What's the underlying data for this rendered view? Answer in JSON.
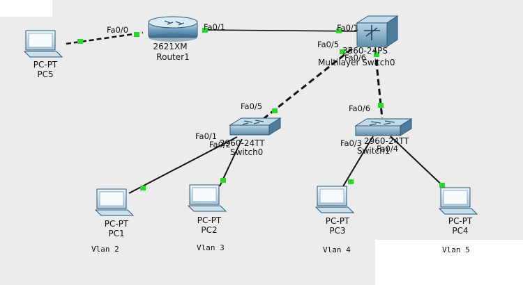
{
  "devices": {
    "router1": {
      "model": "2621XM",
      "name": "Router1"
    },
    "multilayer_switch0": {
      "model": "3560-24PS",
      "name": "Multilayer Switch0"
    },
    "switch_left": {
      "model": "2960-24TT",
      "name": "Switch0"
    },
    "switch_right": {
      "model": "2960-24TT",
      "name": "Switch1"
    },
    "pc1": {
      "type": "PC-PT",
      "name": "PC1",
      "vlan": "Vlan 2"
    },
    "pc2": {
      "type": "PC-PT",
      "name": "PC2",
      "vlan": "Vlan 3"
    },
    "pc3": {
      "type": "PC-PT",
      "name": "PC3",
      "vlan": "Vlan 4"
    },
    "pc4": {
      "type": "PC-PT",
      "name": "PC4",
      "vlan": "Vlan 5"
    },
    "pc5": {
      "type": "PC-PT",
      "name": "PC5"
    }
  },
  "ports": {
    "pc5_router_fa00": "Fa0/0",
    "router_fa01": "Fa0/1",
    "ml_fa01": "Fa0/1",
    "ml_fa05": "Fa0/5",
    "ml_fa06": "Fa0/6",
    "swl_fa05": "Fa0/5",
    "swl_fa01": "Fa0/1",
    "swl_fa02": "Fa0/2",
    "swr_fa06": "Fa0/6",
    "swr_fa03": "Fa0/3",
    "swr_fa04": "Fa0/4"
  },
  "colors": {
    "link": "#111111",
    "link_up": "#22dd22",
    "device_blue": "#7aaccc",
    "background": "#ececec"
  }
}
